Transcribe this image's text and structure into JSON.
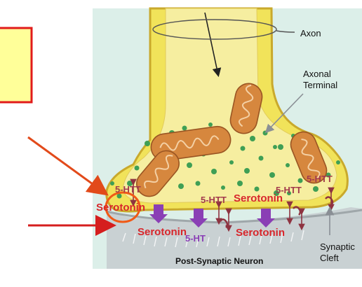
{
  "labels": {
    "axon": "Axon",
    "axonal_terminal_line1": "Axonal",
    "axonal_terminal_line2": "Terminal",
    "synaptic_cleft_line1": "Synaptic",
    "synaptic_cleft_line2": "Cleft",
    "post_synaptic": "Post-Synaptic Neuron",
    "htt": "5-HTT",
    "ht": "5-HT",
    "serotonin": "Serotonin"
  },
  "colors": {
    "background_panel": "#dcefe9",
    "axon_fill": "#f1e35a",
    "axon_outline": "#c9a92c",
    "vesicle": "#3f9f55",
    "mitochondria": "#d6873e",
    "postsynaptic": "#c9d1d3",
    "serotonin_text": "#d8262b",
    "htt_text": "#a23a4c",
    "receptor_arrow": "#8a3fb5",
    "pointer_arrow": "#e24a1a",
    "highlight_circle": "#f05a16",
    "yellow_box": "#ffff99",
    "yellow_box_border": "#e11b1b"
  }
}
